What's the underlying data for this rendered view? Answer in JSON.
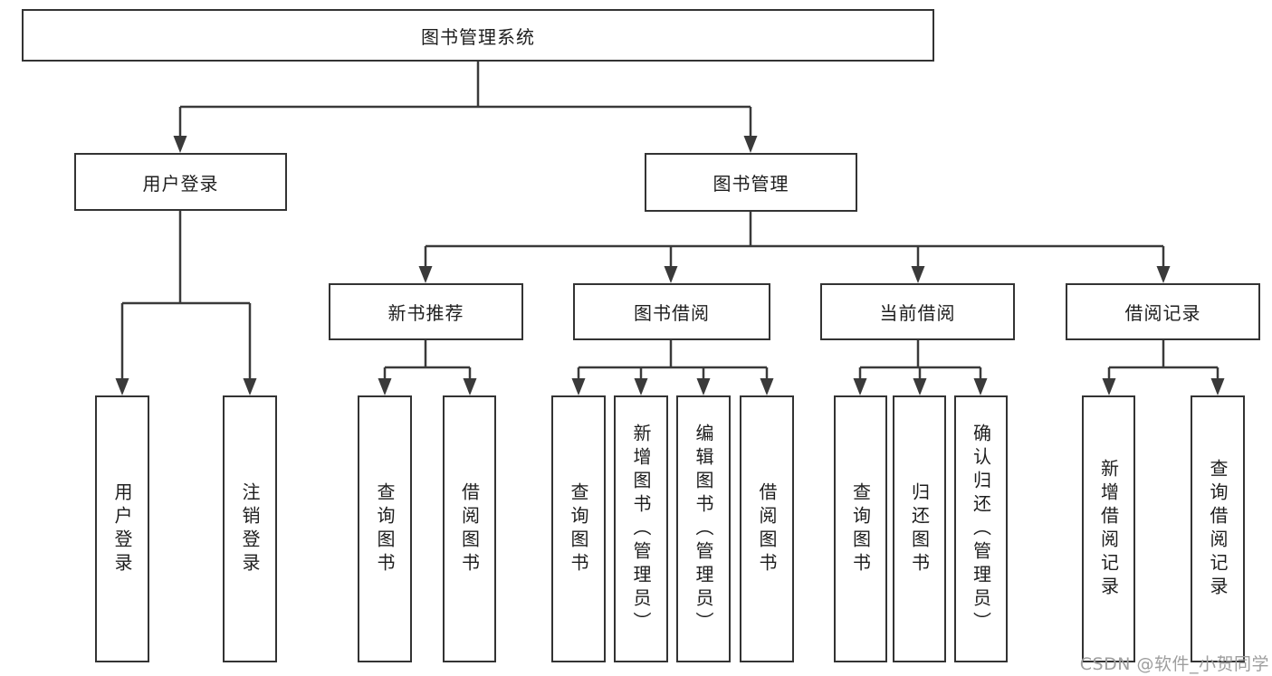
{
  "diagram": {
    "root": {
      "label": "图书管理系统"
    },
    "level2": [
      {
        "id": "user-login",
        "label": "用户登录"
      },
      {
        "id": "book-management",
        "label": "图书管理"
      }
    ],
    "level3": [
      {
        "id": "new-book-recommend",
        "label": "新书推荐"
      },
      {
        "id": "book-borrowing",
        "label": "图书借阅"
      },
      {
        "id": "current-borrowing",
        "label": "当前借阅"
      },
      {
        "id": "borrowing-records",
        "label": "借阅记录"
      }
    ],
    "leaves": {
      "user_login": [
        "用户登录",
        "注销登录"
      ],
      "new_book_recommend": [
        "查询图书",
        "借阅图书"
      ],
      "book_borrowing": [
        "查询图书",
        "新增图书（管理员）",
        "编辑图书（管理员）",
        "借阅图书"
      ],
      "current_borrowing": [
        "查询图书",
        "归还图书",
        "确认归还（管理员）"
      ],
      "borrowing_records": [
        "新增借阅记录",
        "查询借阅记录"
      ]
    }
  },
  "colors": {
    "line": "#3a3a3a",
    "box_border": "#333333",
    "text": "#1e1e1e",
    "watermark": "#9e9e9e",
    "background": "#ffffff"
  },
  "watermark": {
    "text": "CSDN @软件_小贺同学"
  }
}
